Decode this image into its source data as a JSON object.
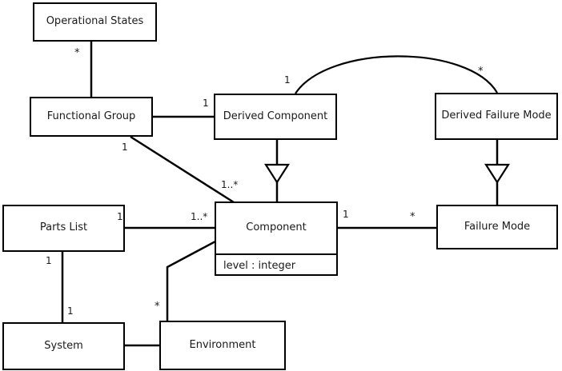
{
  "diagram": {
    "type": "uml-class-diagram",
    "title": "",
    "background_color": "#ffffff",
    "line_color": "#000000",
    "text_color": "#1a1a1a",
    "classes": [
      {
        "id": "operational-states",
        "name": "Operational States",
        "attributes": []
      },
      {
        "id": "functional-group",
        "name": "Functional Group",
        "attributes": []
      },
      {
        "id": "derived-component",
        "name": "Derived Component",
        "attributes": []
      },
      {
        "id": "derived-failure-mode",
        "name": "Derived Failure Mode",
        "attributes": []
      },
      {
        "id": "parts-list",
        "name": "Parts List",
        "attributes": []
      },
      {
        "id": "component",
        "name": "Component",
        "attributes": [
          "level : integer"
        ]
      },
      {
        "id": "failure-mode",
        "name": "Failure Mode",
        "attributes": []
      },
      {
        "id": "system",
        "name": "System",
        "attributes": []
      },
      {
        "id": "environment",
        "name": "Environment",
        "attributes": []
      }
    ],
    "multiplicities": [
      {
        "id": "m-opstates-fg",
        "text": "*",
        "from": "operational-states",
        "to": "functional-group"
      },
      {
        "id": "m-fg-dc",
        "text": "1",
        "from": "functional-group",
        "to": "derived-component"
      },
      {
        "id": "m-dc-dfm",
        "text": "1",
        "from": "derived-component",
        "to": "derived-failure-mode"
      },
      {
        "id": "m-dfm-dc",
        "text": "*",
        "from": "derived-failure-mode",
        "to": "derived-component"
      },
      {
        "id": "m-fg-component",
        "text": "1",
        "from": "functional-group",
        "to": "component"
      },
      {
        "id": "m-component-fg",
        "text": "1..*",
        "from": "component",
        "to": "functional-group"
      },
      {
        "id": "m-partslist-component-near",
        "text": "1",
        "from": "parts-list",
        "to": "component"
      },
      {
        "id": "m-component-partslist",
        "text": "1..*",
        "from": "component",
        "to": "parts-list"
      },
      {
        "id": "m-component-fm",
        "text": "1",
        "from": "component",
        "to": "failure-mode"
      },
      {
        "id": "m-fm-component",
        "text": "*",
        "from": "failure-mode",
        "to": "component"
      },
      {
        "id": "m-partslist-system",
        "text": "1",
        "from": "parts-list",
        "to": "system"
      },
      {
        "id": "m-system-partslist",
        "text": "1",
        "from": "system",
        "to": "parts-list"
      },
      {
        "id": "m-environment-component",
        "text": "*",
        "from": "environment",
        "to": "component"
      }
    ],
    "relationships": [
      {
        "id": "r-opstates-fg",
        "kind": "association",
        "source": "operational-states",
        "target": "functional-group"
      },
      {
        "id": "r-fg-dc",
        "kind": "association",
        "source": "functional-group",
        "target": "derived-component"
      },
      {
        "id": "r-dc-dfm",
        "kind": "association",
        "source": "derived-component",
        "target": "derived-failure-mode",
        "style": "curved"
      },
      {
        "id": "r-dc-component",
        "kind": "generalization",
        "source": "component",
        "target": "derived-component"
      },
      {
        "id": "r-dfm-fm",
        "kind": "generalization",
        "source": "failure-mode",
        "target": "derived-failure-mode"
      },
      {
        "id": "r-fg-component",
        "kind": "association",
        "source": "functional-group",
        "target": "component"
      },
      {
        "id": "r-partslist-component",
        "kind": "association",
        "source": "parts-list",
        "target": "component"
      },
      {
        "id": "r-component-fm",
        "kind": "association",
        "source": "component",
        "target": "failure-mode"
      },
      {
        "id": "r-partslist-system",
        "kind": "association",
        "source": "parts-list",
        "target": "system"
      },
      {
        "id": "r-system-environment",
        "kind": "association",
        "source": "system",
        "target": "environment"
      },
      {
        "id": "r-environment-component",
        "kind": "association",
        "source": "environment",
        "target": "component"
      }
    ]
  }
}
